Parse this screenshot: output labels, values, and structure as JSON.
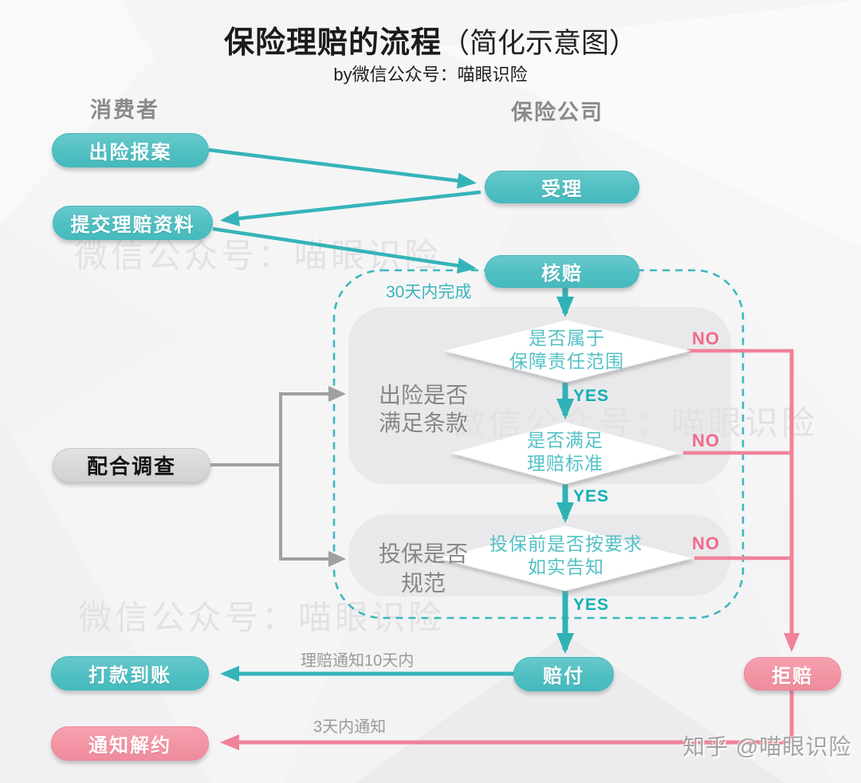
{
  "title": {
    "main": "保险理赔的流程",
    "paren": "（简化示意图）",
    "subtitle": "by微信公众号：喵眼识险"
  },
  "columns": {
    "consumer": "消费者",
    "insurer": "保险公司"
  },
  "nodes": {
    "report": "出险报案",
    "submit": "提交理赔资料",
    "accept": "受理",
    "verify": "核赔",
    "cooperate": "配合调查",
    "payment": "打款到账",
    "terminate": "通知解约",
    "pay": "赔付",
    "reject": "拒赔"
  },
  "decisions": {
    "d1": {
      "line1": "是否属于",
      "line2": "保障责任范围"
    },
    "d2": {
      "line1": "是否满足",
      "line2": "理赔标准"
    },
    "d3": {
      "line1": "投保前是否按要求",
      "line2": "如实告知"
    }
  },
  "side_labels": {
    "incident": {
      "line1": "出险是否",
      "line2": "满足条款"
    },
    "application": {
      "line1": "投保是否",
      "line2": "规范"
    }
  },
  "edge_labels": {
    "within30": "30天内完成",
    "yes": "YES",
    "no": "NO",
    "pay10": "理赔通知10天内",
    "notify3": "3天内通知"
  },
  "watermarks": {
    "wechat": "微信公众号：喵眼识险",
    "zhihu": "知乎 @喵眼识险"
  },
  "colors": {
    "teal_node": "#50bfc2",
    "teal_line": "#35b4b8",
    "pink_node": "#f294a3",
    "pink_line": "#f08299",
    "gray_node": "#d8d8d9",
    "gray_line": "#a0a0a0",
    "header_gray": "#8a8a8a",
    "panel_gray": "#e9e9eb"
  }
}
